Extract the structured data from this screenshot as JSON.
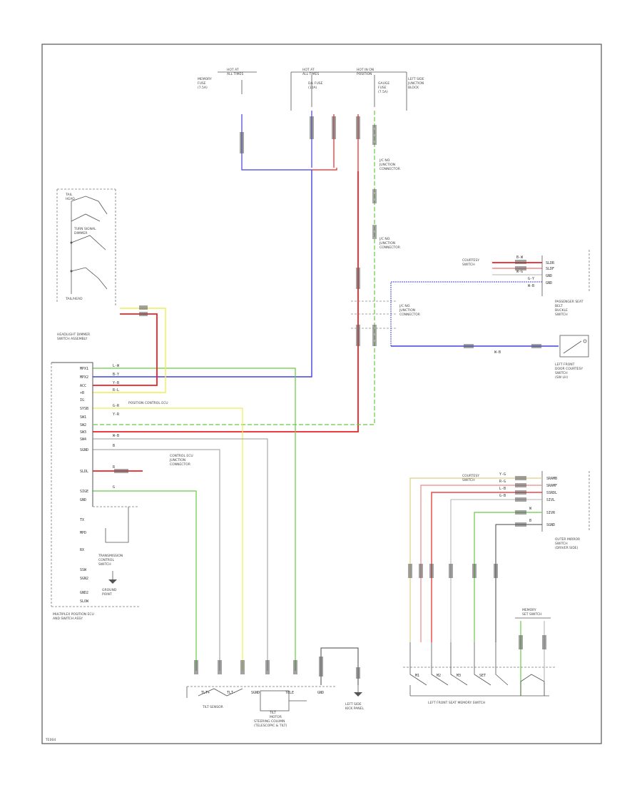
{
  "colors": {
    "border": "#555555",
    "wire_black": "#444444",
    "wire_gray": "#9a9a9a",
    "wire_blue": "#4040e0",
    "wire_red": "#ee2020",
    "wire_green": "#66cc44",
    "wire_yellow": "#eeee55",
    "wire_pink": "#ee8888",
    "wire_tan": "#ddd088",
    "bundle_mark": "#555555"
  },
  "top_connectors": {
    "left_note": [
      "HOT AT",
      "ALL TIMES"
    ],
    "left_fuse": [
      "MEMORY",
      "FUSE",
      "(7.5A)"
    ],
    "middle_note": [
      "HOT AT",
      "ALL TIMES"
    ],
    "middle_fuse": [
      "D/L FUSE",
      "(10A)"
    ],
    "right_note": [
      "HOT IN ON",
      "POSITION"
    ],
    "right_fuse": [
      "GAUGE",
      "FUSE",
      "(7.5A)"
    ],
    "right_junction": [
      "LEFT SIDE",
      "JUNCTION",
      "BLOCK"
    ]
  },
  "joint_labels": {
    "j1": [
      "J/C NO.",
      "JUNCTION",
      "CONNECTOR"
    ],
    "j2": [
      "J/C NO.",
      "JUNCTION",
      "CONNECTOR"
    ],
    "j3": [
      "J/C NO.",
      "JUNCTION",
      "CONNECTOR"
    ]
  },
  "headlight_switch": {
    "labels": [
      "TAIL",
      "HEAD",
      "TURN SIGNAL",
      "DIMMER",
      "TAIL/HEAD"
    ],
    "title": [
      "HEADLIGHT DIMMER",
      "SWITCH ASSEMBLY"
    ]
  },
  "ecu": {
    "pins": [
      "MPX1",
      "MPX2",
      "ACC",
      "+B",
      "IG",
      "SYSB",
      "SW1",
      "SW2",
      "SW3",
      "SW4",
      "SGND",
      "SLDL",
      "SIGE",
      "GND",
      "TX",
      "MPD",
      "RX",
      "SSW",
      "SGN2",
      "GND2",
      "SLOW"
    ],
    "wire_codes": [
      "L-W",
      "B-Y",
      "Y-B",
      "R-L",
      "G-R",
      "Y-R",
      "W-B",
      "B",
      "R",
      "G"
    ],
    "notes": [
      "POSITION CONTROL ECU",
      "CONTROL ECU",
      "JUNCTION",
      "CONNECTOR"
    ],
    "title": [
      "MULTIPLEX POSITION ECU",
      "AND SWITCH ASSY"
    ],
    "sub_switch": [
      "TRANSMISSION",
      "CONTROL",
      "SWITCH"
    ],
    "ground": [
      "GROUND",
      "POINT"
    ]
  },
  "passenger_seat": {
    "pins": [
      "SLDR",
      "SLDF",
      "GND",
      "GND"
    ],
    "wire_codes": [
      "B-W",
      "W-G",
      "G-Y",
      "W-B"
    ],
    "notes": [
      "COURTESY",
      "SWITCH"
    ],
    "title": [
      "PASSENGER SEAT",
      "BELT",
      "BUCKLE",
      "SWITCH"
    ]
  },
  "front_door_switch": {
    "wire_code": "W-B",
    "title": [
      "LEFT FRONT",
      "DOOR COURTESY",
      "SWITCH",
      "(SW LH)"
    ]
  },
  "mirror_switch": {
    "pins": [
      "SRAMB",
      "SRAMF",
      "SSRDL",
      "SIVL",
      "SIVR",
      "SGND"
    ],
    "wire_codes": [
      "Y-G",
      "R-G",
      "L-B",
      "G-B",
      "W",
      "B"
    ],
    "notes": [
      "COURTESY",
      "SWITCH"
    ],
    "title": [
      "OUTER MIRROR",
      "SWITCH",
      "(DRIVER SIDE)"
    ]
  },
  "tilt_motor": {
    "sensor_label": "TILT SENSOR",
    "motor_label": [
      "TILT",
      "MOTOR"
    ],
    "pins": [
      "TLT+",
      "TLT-",
      "SGND",
      "TELE"
    ],
    "ground_label": "GND",
    "title": [
      "STEERING COLUMN",
      "(TELESCOPIC & TILT)"
    ],
    "ground_note": [
      "LEFT SIDE",
      "KICK PANEL"
    ]
  },
  "memory_switch": {
    "labels": [
      "M1",
      "M2",
      "M3",
      "SET"
    ],
    "title": "LEFT FRONT SEAT MEMORY SWITCH",
    "set_switch": [
      "MEMORY",
      "SET SWITCH"
    ]
  },
  "footer": {
    "code": "TE004"
  }
}
